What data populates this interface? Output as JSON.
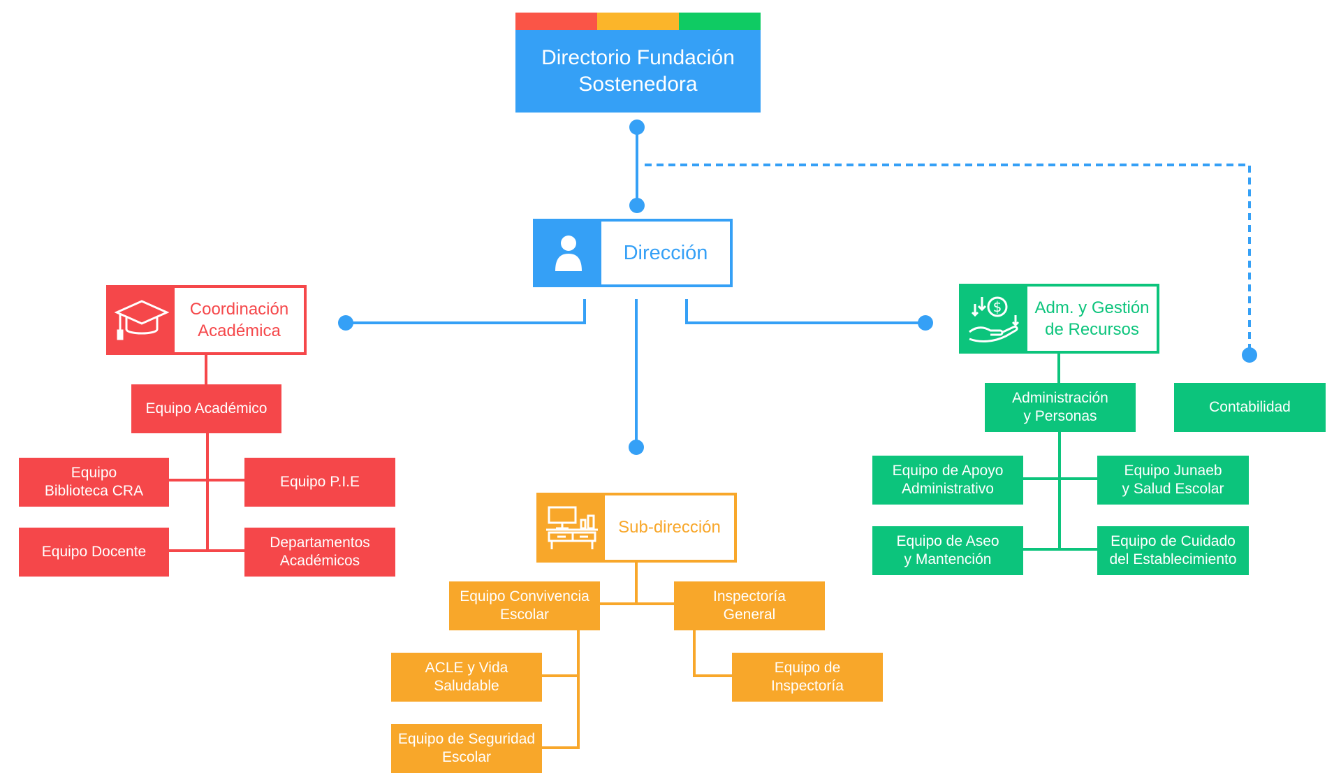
{
  "palette": {
    "blue": "#35a0f6",
    "red": "#f5474a",
    "orange": "#f8a72a",
    "green": "#0cc47c",
    "stripe": [
      "#fa5547",
      "#fbb52a",
      "#0fcb63"
    ]
  },
  "root": {
    "label": "Directorio Fundación\nSostenedora"
  },
  "direccion": {
    "label": "Dirección",
    "icon": "person-icon"
  },
  "coordinacion": {
    "label": "Coordinación\nAcadémica",
    "icon": "graduation-cap-icon",
    "team": "Equipo Académico",
    "children": [
      "Equipo\nBiblioteca CRA",
      "Equipo P.I.E",
      "Equipo Docente",
      "Departamentos\nAcadémicos"
    ]
  },
  "subdireccion": {
    "label": "Sub-dirección",
    "icon": "desk-icon",
    "left_team": "Equipo Convivencia\nEscolar",
    "right_team": "Inspectoría\nGeneral",
    "left_children": [
      "ACLE y Vida\nSaludable",
      "Equipo de Seguridad\nEscolar"
    ],
    "right_children": [
      "Equipo de\nInspectoría"
    ]
  },
  "administracion": {
    "label": "Adm. y Gestión\nde Recursos",
    "icon": "money-hand-icon",
    "team": "Administración\ny Personas",
    "children": [
      "Equipo de Apoyo\nAdministrativo",
      "Equipo Junaeb\ny Salud Escolar",
      "Equipo de Aseo\ny Mantención",
      "Equipo de Cuidado\ndel Establecimiento"
    ]
  },
  "contabilidad": {
    "label": "Contabilidad"
  }
}
